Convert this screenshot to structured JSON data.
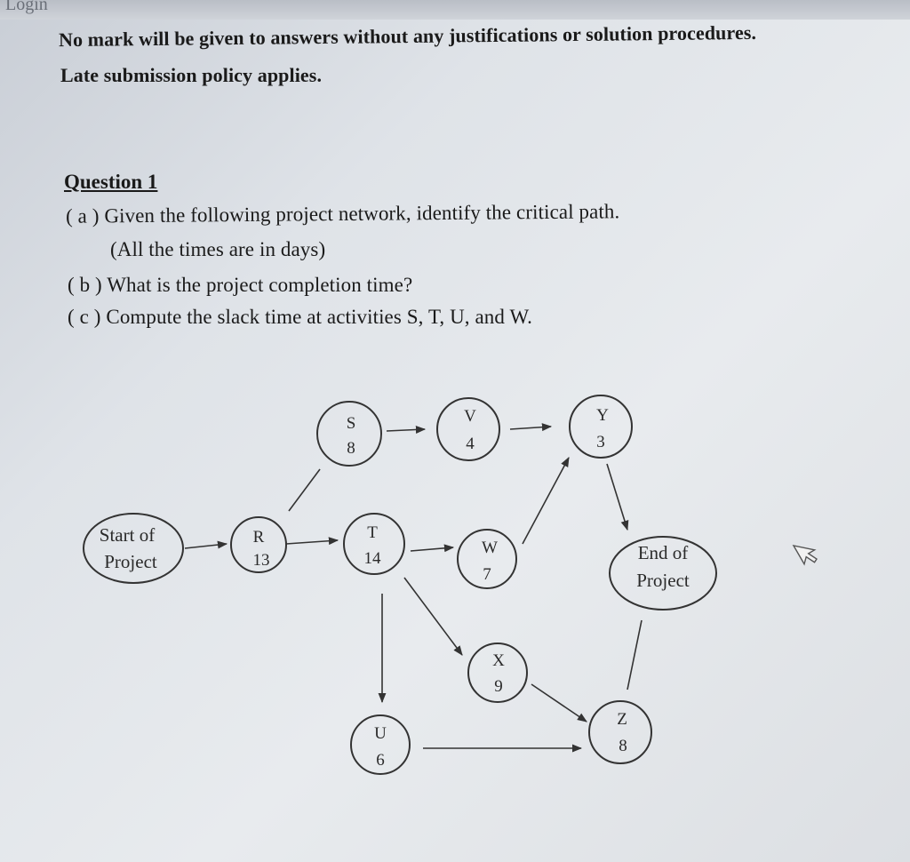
{
  "header": {
    "topbar_fragment": "Login"
  },
  "instructions": {
    "line1": "No mark will be given to answers without any justifications or solution procedures.",
    "line2": "Late submission policy applies."
  },
  "question": {
    "title": "Question 1",
    "part_a": "( a ) Given the following project network, identify the critical path.",
    "part_a_note": "(All the times are in days)",
    "part_b": "( b ) What is the project completion time?",
    "part_c": "( c ) Compute the slack time at activities S, T, U, and W."
  },
  "network": {
    "start": {
      "line1": "Start of",
      "line2": "Project"
    },
    "end": {
      "line1": "End of",
      "line2": "Project"
    },
    "activities": [
      {
        "id": "R",
        "duration": "13"
      },
      {
        "id": "S",
        "duration": "8"
      },
      {
        "id": "T",
        "duration": "14"
      },
      {
        "id": "U",
        "duration": "6"
      },
      {
        "id": "V",
        "duration": "4"
      },
      {
        "id": "W",
        "duration": "7"
      },
      {
        "id": "X",
        "duration": "9"
      },
      {
        "id": "Y",
        "duration": "3"
      },
      {
        "id": "Z",
        "duration": "8"
      }
    ],
    "edges": [
      [
        "Start",
        "R"
      ],
      [
        "R",
        "S"
      ],
      [
        "R",
        "T"
      ],
      [
        "S",
        "V"
      ],
      [
        "V",
        "Y"
      ],
      [
        "T",
        "W"
      ],
      [
        "T",
        "U"
      ],
      [
        "T",
        "X"
      ],
      [
        "W",
        "Y"
      ],
      [
        "Y",
        "End"
      ],
      [
        "X",
        "Z"
      ],
      [
        "U",
        "Z"
      ],
      [
        "Z",
        "End"
      ]
    ]
  }
}
